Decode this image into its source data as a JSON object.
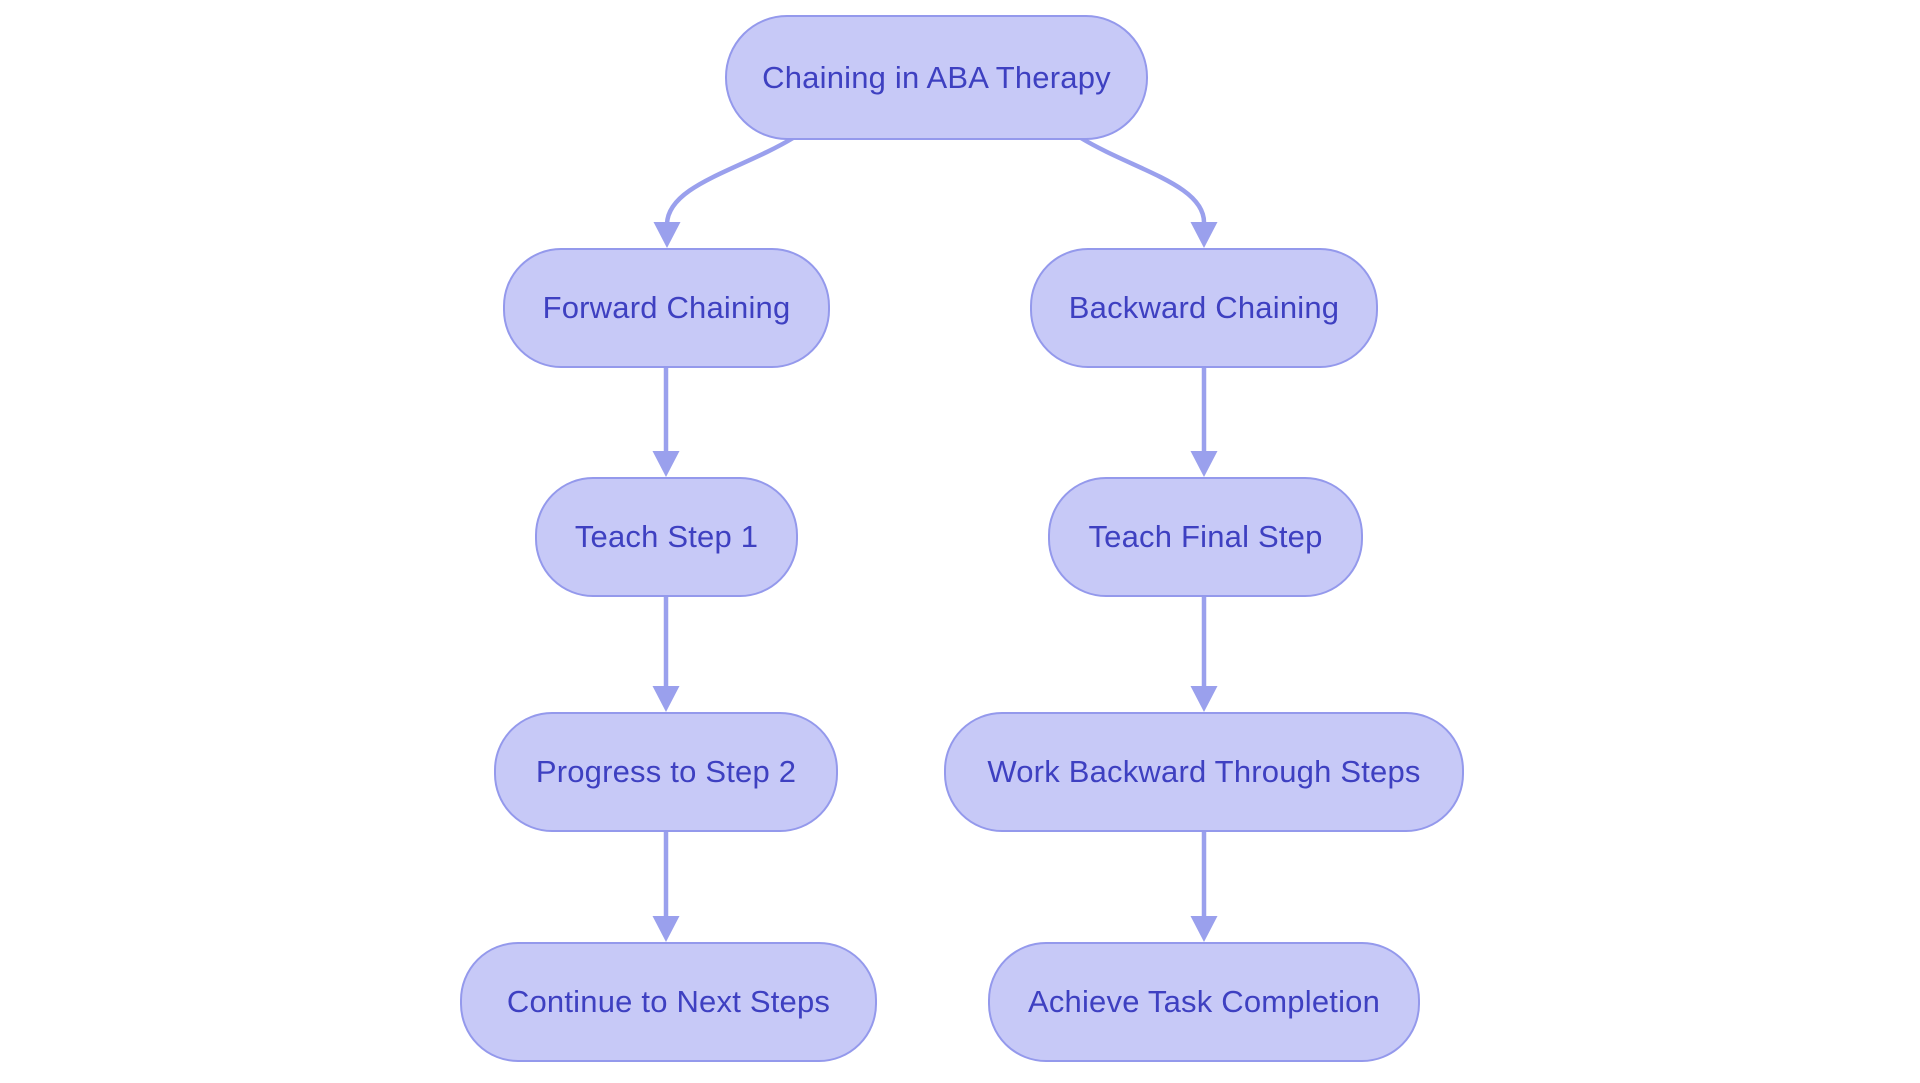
{
  "diagram": {
    "type": "flowchart",
    "direction": "top-down",
    "nodes": [
      {
        "id": "root",
        "label": "Chaining in ABA Therapy"
      },
      {
        "id": "forward-chaining",
        "label": "Forward Chaining"
      },
      {
        "id": "backward-chaining",
        "label": "Backward Chaining"
      },
      {
        "id": "teach-step-1",
        "label": "Teach Step 1"
      },
      {
        "id": "teach-final-step",
        "label": "Teach Final Step"
      },
      {
        "id": "progress-to-step-2",
        "label": "Progress to Step 2"
      },
      {
        "id": "work-backward-through-steps",
        "label": "Work Backward Through Steps"
      },
      {
        "id": "continue-to-next-steps",
        "label": "Continue to Next Steps"
      },
      {
        "id": "achieve-task-completion",
        "label": "Achieve Task Completion"
      }
    ],
    "edges": [
      {
        "from": "root",
        "to": "forward-chaining"
      },
      {
        "from": "root",
        "to": "backward-chaining"
      },
      {
        "from": "forward-chaining",
        "to": "teach-step-1"
      },
      {
        "from": "teach-step-1",
        "to": "progress-to-step-2"
      },
      {
        "from": "progress-to-step-2",
        "to": "continue-to-next-steps"
      },
      {
        "from": "backward-chaining",
        "to": "teach-final-step"
      },
      {
        "from": "teach-final-step",
        "to": "work-backward-through-steps"
      },
      {
        "from": "work-backward-through-steps",
        "to": "achieve-task-completion"
      }
    ],
    "colors": {
      "background": "#ffffff",
      "node_fill": "#c7c9f7",
      "node_border": "#9499ec",
      "edge": "#9aa0ed",
      "text": "#3e40c1"
    }
  }
}
